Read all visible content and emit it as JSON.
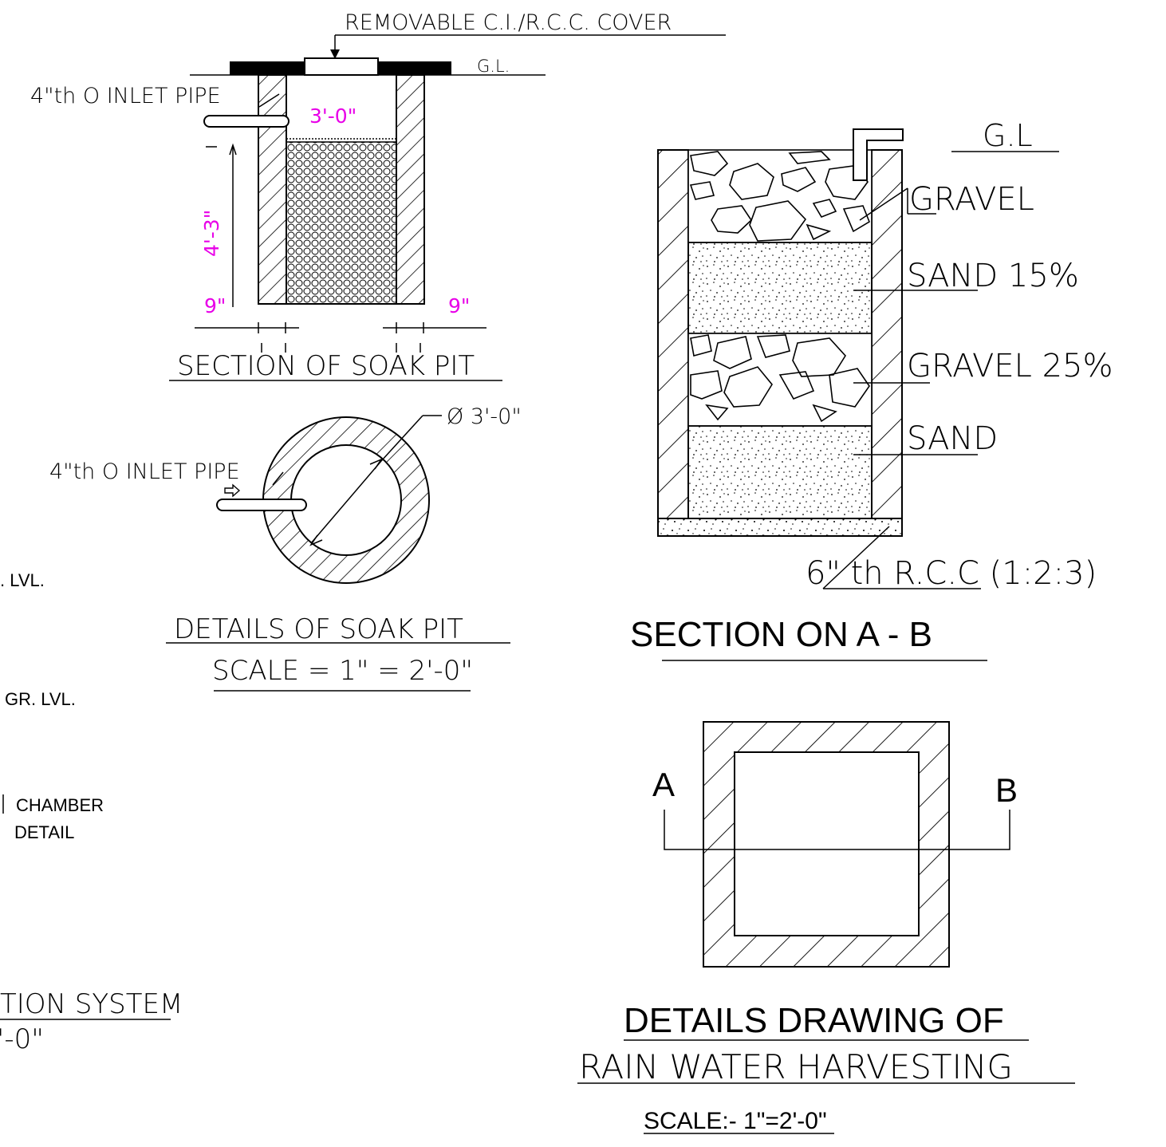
{
  "soak_section": {
    "cover_label": "REMOVABLE C.I./R.C.C. COVER",
    "gl_label": "G.L.",
    "inlet_label": "4\"th O INLET PIPE",
    "width_dim": "3'-0\"",
    "depth_dim": "4'-3\"",
    "wall_left_dim": "9\"",
    "wall_right_dim": "9\"",
    "title": "SECTION OF SOAK PIT"
  },
  "soak_plan": {
    "diameter_label": "Ø 3'-0\"",
    "inlet_label": "4\"th O INLET PIPE",
    "title": "DETAILS OF SOAK PIT",
    "scale": "SCALE = 1\" = 2'-0\""
  },
  "left_fragments": {
    "lvl": ". LVL.",
    "gr_lvl": "GR. LVL.",
    "chamber": "CHAMBER",
    "detail": "DETAIL",
    "system": "TION SYSTEM",
    "system_scale": "'-0\""
  },
  "section_ab": {
    "gl_label": "G.L",
    "layer_gravel": "GRAVEL",
    "layer_sand_15": "SAND 15%",
    "layer_gravel_25": "GRAVEL 25%",
    "layer_sand": "SAND",
    "base_label": "6\" th R.C.C (1:2:3)",
    "title": "SECTION ON A - B"
  },
  "plan_ab": {
    "mark_a": "A",
    "mark_b": "B"
  },
  "main_title": {
    "line1": "DETAILS DRAWING OF",
    "line2": "RAIN WATER HARVESTING",
    "scale": "SCALE:- 1\"=2'-0\""
  },
  "colors": {
    "dimension": "#e800e8",
    "line": "#000000"
  }
}
